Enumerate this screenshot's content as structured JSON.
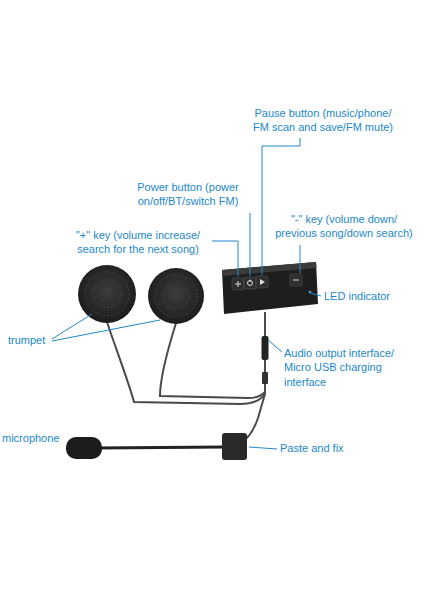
{
  "diagram": {
    "labels": [
      "Pause button (music/phone/ FM scan and save/FM mute)",
      "Power button (power on/off/BT/switch FM)",
      "\"-\" key (volume down/ previous song/down search)",
      "\"+\" key (volume increase/ search for the next song)",
      "LED indicator",
      "trumpet",
      "Audio output interface/ Micro USB charging interface",
      "microphone",
      "Paste and fix"
    ]
  }
}
